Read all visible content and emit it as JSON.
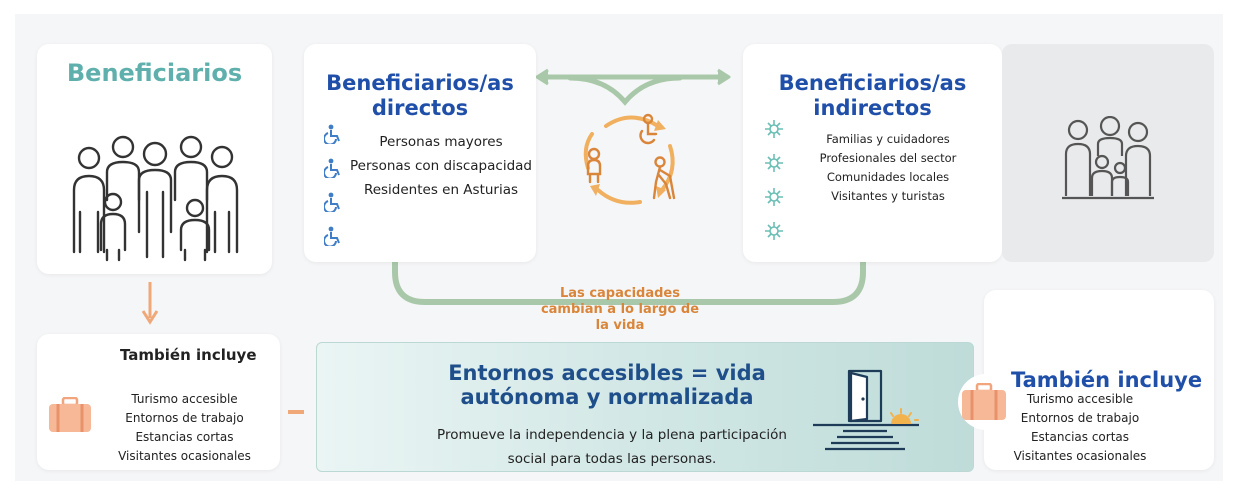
{
  "beneficiarios": {
    "title": "Beneficiarios"
  },
  "directos": {
    "title_line1": "Beneficiarios/as",
    "title_line2": "directos",
    "items": [
      "Personas mayores",
      "Personas con discapacidad",
      "Residentes en Asturias"
    ]
  },
  "indirectos": {
    "title_line1": "Beneficiarios/as",
    "title_line2": "indirectos",
    "items": [
      "Familias y cuidadores",
      "Profesionales del sector",
      "Comunidades locales",
      "Visitantes y turistas"
    ]
  },
  "capacidades": {
    "line1": "Las capacidades",
    "line2": "cambian a lo largo de",
    "line3": "la vida"
  },
  "tambien_left": {
    "title": "También incluye",
    "items": [
      "Turismo accesible",
      "Entornos de trabajo",
      "Estancias cortas",
      "Visitantes ocasionales"
    ]
  },
  "tambien_right": {
    "title": "También incluye",
    "items": [
      "Turismo accesible",
      "Entornos de trabajo",
      "Estancias cortas",
      "Visitantes ocasionales"
    ]
  },
  "entornos": {
    "title_line1": "Entornos accesibles = vida",
    "title_line2": "autónoma y normalizada",
    "desc_line1": "Promueve la independencia y la plena participación",
    "desc_line2": "social para todas las personas."
  },
  "colors": {
    "teal": "#5fb0ad",
    "blue": "#1f4fa8",
    "orange": "#d9853a",
    "sage": "#a9c8a9",
    "panel": "#d8ecea"
  },
  "icons": [
    "people-group-icon",
    "wheelchair-icon",
    "virus-network-icon",
    "life-cycle-icon",
    "suitcase-icon",
    "door-sunrise-icon",
    "family-icon"
  ]
}
